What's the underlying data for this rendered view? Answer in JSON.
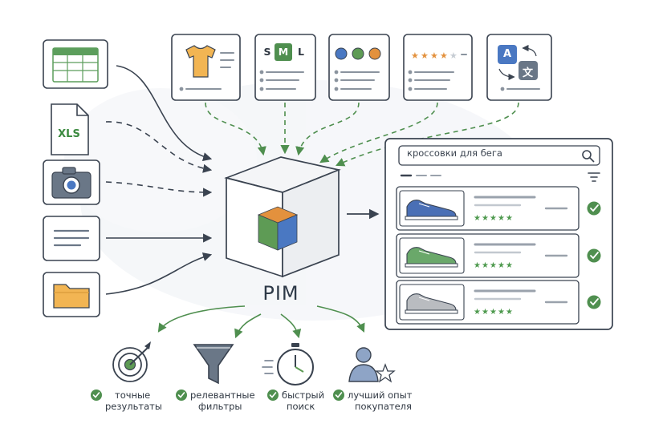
{
  "hub": {
    "label": "PIM"
  },
  "search": {
    "query": "кроссовки для бега"
  },
  "sources": {
    "xls_label": "XLS",
    "sizes": [
      "S",
      "M",
      "L"
    ],
    "active_size": "M",
    "translate_letters": [
      "A",
      "文"
    ]
  },
  "results": [
    {
      "product": "running-shoe",
      "color": "#4a6fb5",
      "rating": 5,
      "checked": true
    },
    {
      "product": "running-shoe",
      "color": "#6aa86a",
      "rating": 5,
      "checked": true
    },
    {
      "product": "running-shoe",
      "color": "#b9bcc0",
      "rating": 5,
      "checked": true
    }
  ],
  "benefits": [
    {
      "line1": "точные",
      "line2": "результаты",
      "icon": "target-icon"
    },
    {
      "line1": "релевантные",
      "line2": "фильтры",
      "icon": "funnel-icon"
    },
    {
      "line1": "быстрый",
      "line2": "поиск",
      "icon": "stopwatch-icon"
    },
    {
      "line1": "лучший опыт",
      "line2": "покупателя",
      "icon": "user-star-icon"
    }
  ],
  "colors": {
    "accent_green": "#4f8f4f",
    "dark_line": "#3a4350",
    "cube_orange": "#e3913d",
    "cube_green": "#5e9b55",
    "cube_blue": "#4a78c2",
    "star": "#4f9a4f",
    "folder": "#f2b553",
    "spreadsheet_green": "#5c9e5c"
  }
}
